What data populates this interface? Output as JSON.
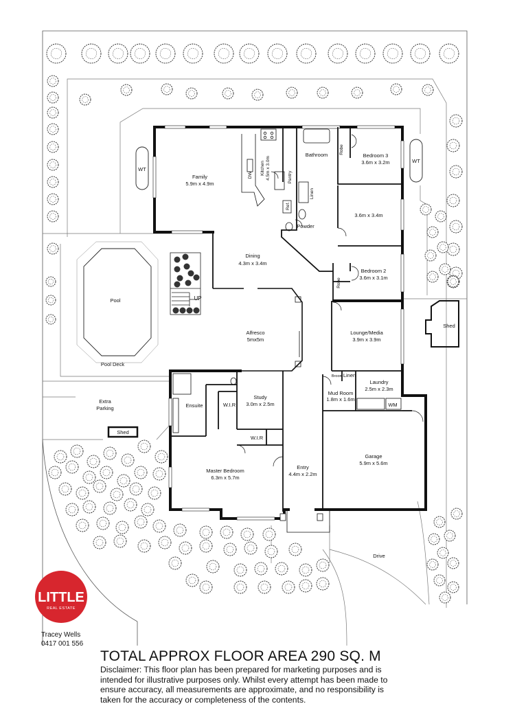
{
  "rooms": {
    "family": {
      "name": "Family",
      "size": "5.9m x 4.9m"
    },
    "kitchen": {
      "name": "Kitchen",
      "size": "4.5m x 3.0m"
    },
    "dw": "DW",
    "pantry": "Pantry",
    "bathroom": "Bathroom",
    "robe_top": "Robe",
    "bedroom3": {
      "name": "Bedroom 3",
      "size": "3.6m x 3.2m"
    },
    "wt_left": "WT",
    "wt_right": "WT",
    "linen_top": "Linen",
    "ref": "Ref.",
    "powder": "Powder",
    "bedroom_unnamed": {
      "size": "3.6m x 3.4m"
    },
    "dining": {
      "name": "Dining",
      "size": "4.3m x 3.4m"
    },
    "robe_mid": "Robe",
    "bedroom2": {
      "name": "Bedroom 2",
      "size": "3.6m x 3.1m"
    },
    "pool": "Pool",
    "up": "UP",
    "alfresco": {
      "name": "Alfresco",
      "size": "5mx5m"
    },
    "lounge": {
      "name": "Lounge/Media",
      "size": "3.9m x 3.9m"
    },
    "shed_right": "Shed",
    "pool_deck": "Pool Deck",
    "broom": "Broom",
    "linen_mid": "Linen",
    "laundry": {
      "name": "Laundry",
      "size": "2.5m x 2.3m"
    },
    "study": {
      "name": "Study",
      "size": "3.0m x 2.5m"
    },
    "mud_room": {
      "name": "Mud Room",
      "size": "1.8m x 1.6m"
    },
    "wm": "WM",
    "extra_parking": {
      "line1": "Extra",
      "line2": "Parking"
    },
    "ensuite": "Ensuite",
    "wir1": "W.I.R",
    "wir2": "W.I.R",
    "shed_left": "Shed",
    "garage": {
      "name": "Garage",
      "size": "5.9m x 5.6m"
    },
    "master": {
      "name": "Master Bedroom",
      "size": "6.3m x 5.7m"
    },
    "entry": {
      "name": "Entry",
      "size": "4.4m x 2.2m"
    },
    "drive": "Drive"
  },
  "logo": {
    "brand": "LITTLE",
    "sub": "REAL ESTATE",
    "color": "#d7262e"
  },
  "agent": {
    "name": "Tracey Wells",
    "phone": "0417 001 556"
  },
  "title": "TOTAL APPROX FLOOR AREA 290 SQ. M",
  "disclaimer": "Disclaimer: This floor plan has been prepared for marketing purposes and is intended for illustrative purposes only. Whilst every attempt has been made to ensure accuracy, all measurements are approximate, and no responsibility is taken for the accuracy or completeness of the contents."
}
